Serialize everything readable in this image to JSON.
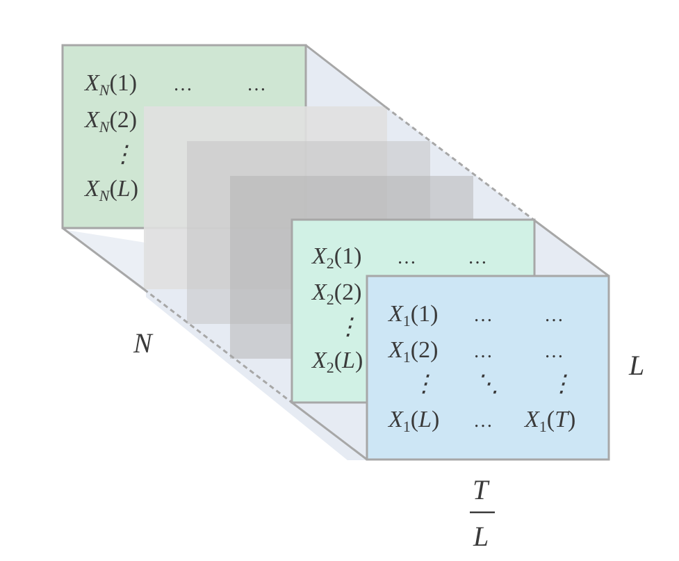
{
  "diagram": {
    "frames": {
      "back": {
        "name": "N",
        "rows": [
          [
            "1",
            "…",
            "…"
          ],
          [
            "2",
            "",
            ""
          ],
          [
            "⋮",
            "",
            ""
          ],
          [
            "L",
            "",
            ""
          ]
        ]
      },
      "middle": {
        "name": "2",
        "rows": [
          [
            "1",
            "…",
            "…"
          ],
          [
            "2",
            "",
            ""
          ],
          [
            "⋮",
            "",
            ""
          ],
          [
            "L",
            "",
            ""
          ]
        ]
      },
      "front": {
        "name": "1",
        "rows": [
          [
            "1",
            "…",
            "…"
          ],
          [
            "2",
            "…",
            "…"
          ],
          [
            "⋮",
            "⋱",
            "⋮"
          ],
          [
            "L",
            "…",
            "T"
          ]
        ]
      }
    },
    "labels": {
      "depth": "N",
      "height": "L",
      "width_numerator": "T",
      "width_denominator": "L"
    },
    "colors": {
      "back_fill": "#cfe6d3",
      "middle_fill": "#d1f1e5",
      "front_fill": "#cde6f5",
      "side_fill": "#e6ebf3",
      "edge": "#a7a7a7",
      "text": "#3a3a3a",
      "ghost_1": "#dcdcdc",
      "ghost_2": "#cbcbcb",
      "ghost_3": "#bdbdbd"
    }
  }
}
